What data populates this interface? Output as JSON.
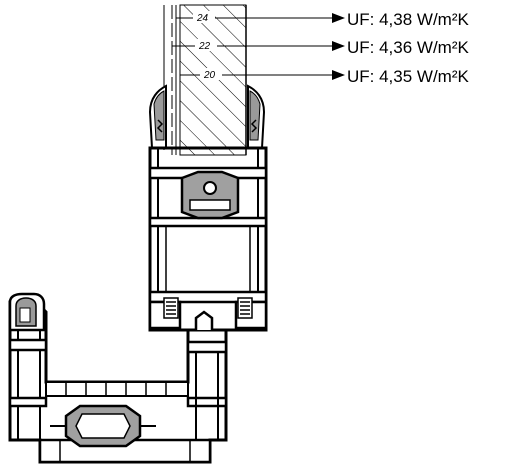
{
  "dimensions": [
    "24",
    "22",
    "20"
  ],
  "uf_values": [
    "UF: 4,38 W/m²K",
    "UF: 4,36 W/m²K",
    "UF: 4,35 W/m²K"
  ],
  "colors": {
    "line": "#000000",
    "gasket": "#8c8c8c",
    "hatch": "#000000",
    "background": "#ffffff"
  }
}
